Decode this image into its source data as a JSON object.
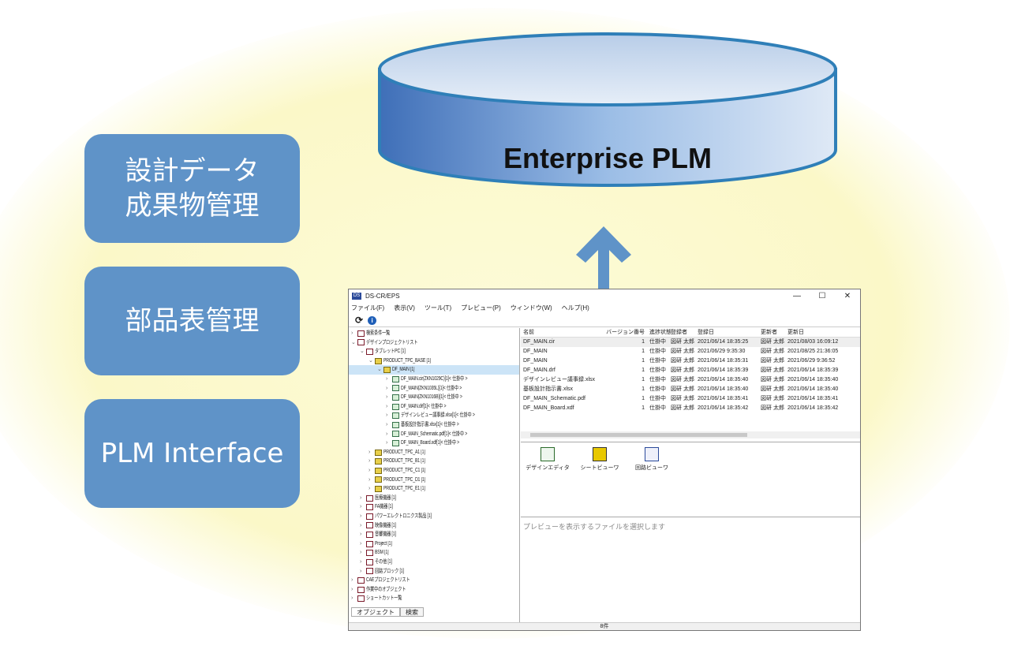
{
  "boxes": [
    "設計データ\n成果物管理",
    "部品表管理",
    "PLM Interface"
  ],
  "database": {
    "title": "Enterprise PLM"
  },
  "colors": {
    "box": "#5f93c8",
    "cylinder": "#5b8fd0",
    "arrow": "#5f93c8"
  },
  "window": {
    "title": "DS-CR/EPS",
    "controls": [
      "—",
      "☐",
      "✕"
    ],
    "menu": [
      "ファイル(F)",
      "表示(V)",
      "ツール(T)",
      "プレビュー(P)",
      "ウィンドウ(W)",
      "ヘルプ(H)"
    ],
    "toolbar": {
      "refresh": "⟳",
      "info": "i"
    },
    "tree": [
      {
        "label": "検索条件一覧",
        "level": 0,
        "open": false,
        "icon": "search-condition"
      },
      {
        "label": "デザインプロジェクトリスト",
        "level": 0,
        "open": true,
        "icon": "project-list"
      },
      {
        "label": "タブレットPC [1]",
        "level": 1,
        "open": true,
        "icon": "category"
      },
      {
        "label": "PRODUCT_TPC_BASE [1]",
        "level": 2,
        "open": true,
        "icon": "folder"
      },
      {
        "label": "DF_MAIN [1]",
        "level": 3,
        "open": true,
        "icon": "folder",
        "selected": true
      },
      {
        "label": "DF_MAIN.cir(ZKN1029C)[1]< 仕掛中 >",
        "level": 4,
        "icon": "doc"
      },
      {
        "label": "DF_MAIN(ZKN1035L)[1]< 仕掛中 >",
        "level": 4,
        "icon": "doc"
      },
      {
        "label": "DF_MAIN(ZKN1016B)[1]< 仕掛中 >",
        "level": 4,
        "icon": "doc"
      },
      {
        "label": "DF_MAIN.drf[1]< 仕掛中 >",
        "level": 4,
        "icon": "doc"
      },
      {
        "label": "デザインレビュー議事録.xlsx[1]< 仕掛中 >",
        "level": 4,
        "icon": "doc"
      },
      {
        "label": "基板設計指示書.xlsx[1]< 仕掛中 >",
        "level": 4,
        "icon": "doc"
      },
      {
        "label": "DF_MAIN_Schematic.pdf[1]< 仕掛中 >",
        "level": 4,
        "icon": "doc"
      },
      {
        "label": "DF_MAIN_Board.xdf[1]< 仕掛中 >",
        "level": 4,
        "icon": "doc"
      },
      {
        "label": "PRODUCT_TPC_A1 [1]",
        "level": 2,
        "icon": "folder"
      },
      {
        "label": "PRODUCT_TPC_B1 [1]",
        "level": 2,
        "icon": "folder"
      },
      {
        "label": "PRODUCT_TPC_C1 [1]",
        "level": 2,
        "icon": "folder"
      },
      {
        "label": "PRODUCT_TPC_D1 [1]",
        "level": 2,
        "icon": "folder"
      },
      {
        "label": "PRODUCT_TPC_E1 [1]",
        "level": 2,
        "icon": "folder"
      },
      {
        "label": "医療機器 [1]",
        "level": 1,
        "icon": "category"
      },
      {
        "label": "FA機器 [1]",
        "level": 1,
        "icon": "category"
      },
      {
        "label": "パワーエレクトロニクス製品 [1]",
        "level": 1,
        "icon": "category"
      },
      {
        "label": "映像機器 [1]",
        "level": 1,
        "icon": "category"
      },
      {
        "label": "音響機器 [1]",
        "level": 1,
        "icon": "category"
      },
      {
        "label": "Project [1]",
        "level": 1,
        "icon": "category"
      },
      {
        "label": "BSM [1]",
        "level": 1,
        "icon": "category"
      },
      {
        "label": "その他 [1]",
        "level": 1,
        "icon": "category"
      },
      {
        "label": "回路ブロック [1]",
        "level": 1,
        "icon": "category"
      },
      {
        "label": "CAEプロジェクトリスト",
        "level": 0,
        "icon": "globe"
      },
      {
        "label": "作業中のオブジェクト",
        "level": 0,
        "icon": "work"
      },
      {
        "label": "ショートカット一覧",
        "level": 0,
        "icon": "shortcut"
      }
    ],
    "left_tabs": [
      "オブジェクト",
      "検索"
    ],
    "table": {
      "columns": [
        "名前",
        "バージョン番号",
        "進捗状態",
        "登録者",
        "登録日",
        "更新者",
        "更新日"
      ],
      "rows": [
        [
          "DF_MAIN.cir",
          "1",
          "仕掛中",
          "図研 太郎",
          "2021/06/14 18:35:25",
          "図研 太郎",
          "2021/08/03 16:09:12"
        ],
        [
          "DF_MAIN",
          "1",
          "仕掛中",
          "図研 太郎",
          "2021/06/29 9:35:30",
          "図研 太郎",
          "2021/08/25 21:36:05"
        ],
        [
          "DF_MAIN",
          "1",
          "仕掛中",
          "図研 太郎",
          "2021/06/14 18:35:31",
          "図研 太郎",
          "2021/06/29 9:36:52"
        ],
        [
          "DF_MAIN.drf",
          "1",
          "仕掛中",
          "図研 太郎",
          "2021/06/14 18:35:39",
          "図研 太郎",
          "2021/06/14 18:35:39"
        ],
        [
          "デザインレビュー議事録.xlsx",
          "1",
          "仕掛中",
          "図研 太郎",
          "2021/06/14 18:35:40",
          "図研 太郎",
          "2021/06/14 18:35:40"
        ],
        [
          "基板設計指示書.xlsx",
          "1",
          "仕掛中",
          "図研 太郎",
          "2021/06/14 18:35:40",
          "図研 太郎",
          "2021/06/14 18:35:40"
        ],
        [
          "DF_MAIN_Schematic.pdf",
          "1",
          "仕掛中",
          "図研 太郎",
          "2021/06/14 18:35:41",
          "図研 太郎",
          "2021/06/14 18:35:41"
        ],
        [
          "DF_MAIN_Board.xdf",
          "1",
          "仕掛中",
          "図研 太郎",
          "2021/06/14 18:35:42",
          "図研 太郎",
          "2021/06/14 18:35:42"
        ]
      ]
    },
    "tools": [
      "デザインエディタ",
      "シートビューワ",
      "回路ビューワ"
    ],
    "preview_placeholder": "プレビューを表示するファイルを選択します",
    "status": "8件"
  }
}
